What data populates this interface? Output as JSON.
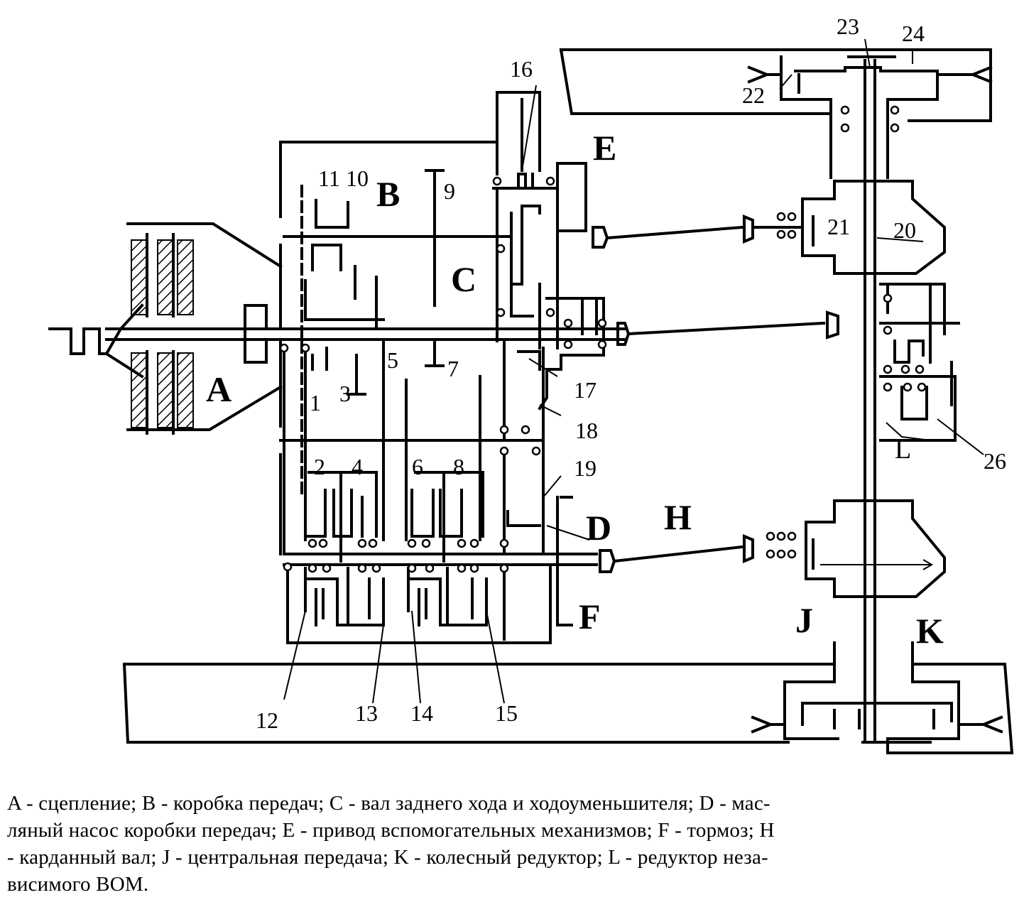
{
  "diagram": {
    "title": "Kinematic diagram of tractor transmission",
    "letter_labels": {
      "A": "A",
      "B": "B",
      "C": "C",
      "D": "D",
      "E": "E",
      "F": "F",
      "H": "H",
      "J": "J",
      "K": "K",
      "L": "L"
    },
    "number_labels": {
      "n1": "1",
      "n2": "2",
      "n3": "3",
      "n4": "4",
      "n5": "5",
      "n6": "6",
      "n7": "7",
      "n8": "8",
      "n9": "9",
      "n10": "10",
      "n11": "11",
      "n12": "12",
      "n13": "13",
      "n14": "14",
      "n15": "15",
      "n16": "16",
      "n17": "17",
      "n18": "18",
      "n19": "19",
      "n20": "20",
      "n21": "21",
      "n22": "22",
      "n23": "23",
      "n24": "24",
      "n26": "26"
    }
  },
  "caption": {
    "lines": [
      "A - сцепление; B - коробка передач; C - вал заднего хода и ходоуменьшителя; D - мас-",
      "ляный насос коробки передач; E - привод вспомогательных механизмов; F - тормоз; H",
      "- карданный вал; J - центральная передача; K - колесный редуктор; L - редуктор неза-",
      "висимого ВОМ."
    ]
  }
}
